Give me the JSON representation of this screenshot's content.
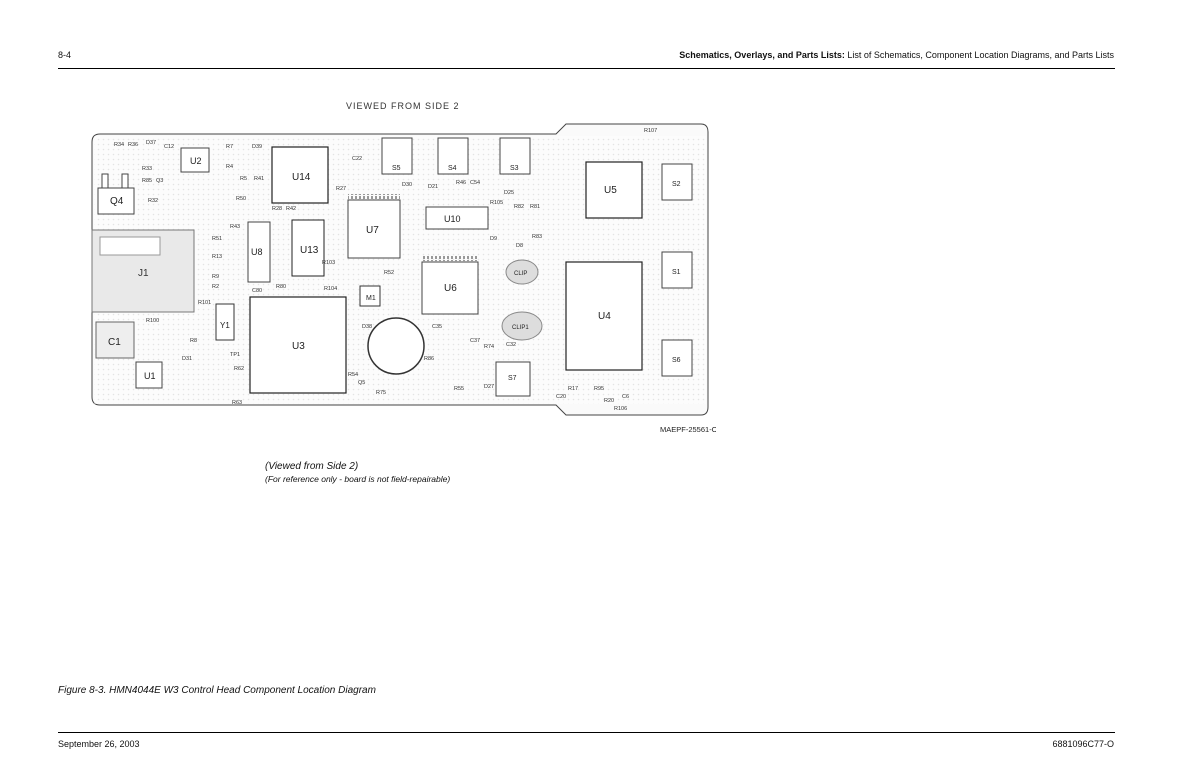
{
  "header": {
    "page_number": "8-4",
    "section_bold": "Schematics, Overlays, and Parts Lists:",
    "section_rest": "List of Schematics, Component Location Diagrams, and Parts Lists"
  },
  "diagram": {
    "view_title": "VIEWED FROM SIDE 2",
    "drawing_number": "MAEPF-25561-O",
    "components": {
      "q4": "Q4",
      "u2": "U2",
      "u14": "U14",
      "u13": "U13",
      "u8": "U8",
      "u7": "U7",
      "u10": "U10",
      "u6": "U6",
      "u5": "U5",
      "u4": "U4",
      "u3": "U3",
      "u1": "U1",
      "j1": "J1",
      "c1": "C1",
      "y1": "Y1",
      "m1": "M1",
      "s1": "S1",
      "s2": "S2",
      "s3": "S3",
      "s4": "S4",
      "s5": "S5",
      "s6": "S6",
      "s7": "S7",
      "clip": "CLIP",
      "clip1": "CLIP1",
      "r36": "R36",
      "r34": "R34",
      "c12": "C12",
      "d37": "D37",
      "r33": "R33",
      "r85": "R85",
      "r32": "R32",
      "r7": "R7",
      "r4": "R4",
      "d39": "D39",
      "r5": "R5",
      "r41": "R41",
      "r50": "R50",
      "r28": "R28",
      "r42": "R42",
      "r43": "R43",
      "r51": "R51",
      "r13": "R13",
      "r9": "R9",
      "r2": "R2",
      "r101": "R101",
      "r100": "R100",
      "r8": "R8",
      "r27": "R27",
      "c22": "C22",
      "r46": "R46",
      "c54": "C54",
      "d25": "D25",
      "r105": "R105",
      "r82": "R82",
      "r81": "R81",
      "d8": "D8",
      "d9": "D9",
      "r107": "R107",
      "r106": "R106",
      "r20": "R20",
      "r75": "R75",
      "r74": "R74",
      "r54": "R54",
      "r55": "R55",
      "r52": "R52",
      "r103": "R103",
      "r104": "R104",
      "r80": "R80",
      "c80": "C80",
      "d38": "D38",
      "c37": "C37",
      "c32": "C32",
      "d27": "D27",
      "d30": "D30",
      "d21": "D21",
      "r17": "R17",
      "r95": "R95",
      "r83": "R83",
      "c20": "C20",
      "c6": "C6",
      "q3": "Q3",
      "q5": "Q5",
      "c35": "C35",
      "r86": "R86",
      "r63": "R63",
      "r62": "R62",
      "tp1": "TP1",
      "d31": "D31"
    }
  },
  "captions": {
    "viewed_from": "(Viewed from Side 2)",
    "reference_note": "(For reference only - board is not field-repairable)"
  },
  "figure_caption": "Figure 8-3. HMN4044E W3 Control Head Component Location Diagram",
  "footer": {
    "date": "September 26, 2003",
    "doc_number": "6881096C77-O"
  }
}
